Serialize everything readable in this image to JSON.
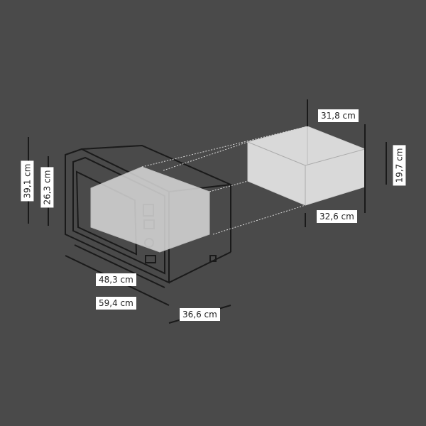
{
  "diagram": {
    "subject": "built-in microwave dimensions",
    "background_color": "#4a4a4a",
    "line_color": "#1a1a1a",
    "fill_color": "#d9d9d9"
  },
  "dimensions": {
    "overall_height": "39,1 cm",
    "inner_height": "26,3 cm",
    "inner_width": "48,3 cm",
    "overall_width": "59,4 cm",
    "depth": "36,6 cm",
    "cavity_depth": "31,8 cm",
    "cavity_height": "19,7 cm",
    "cavity_width": "32,6 cm"
  }
}
